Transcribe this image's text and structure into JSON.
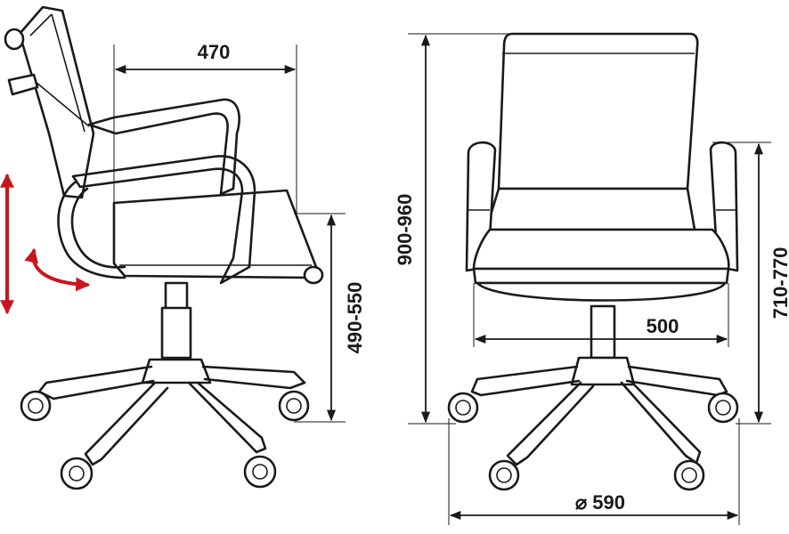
{
  "dimensions": {
    "seat_depth": "470",
    "seat_height": "490-550",
    "total_height": "900-960",
    "armrest_height": "710-770",
    "seat_width": "500",
    "base_diameter": "⌀ 590"
  },
  "colors": {
    "line": "#1a1a1a",
    "adjust_arrow": "#c8161d"
  },
  "icons": {
    "height_arrow": "red-double-arrow-icon",
    "tilt_arrow": "red-curved-arrow-icon"
  }
}
